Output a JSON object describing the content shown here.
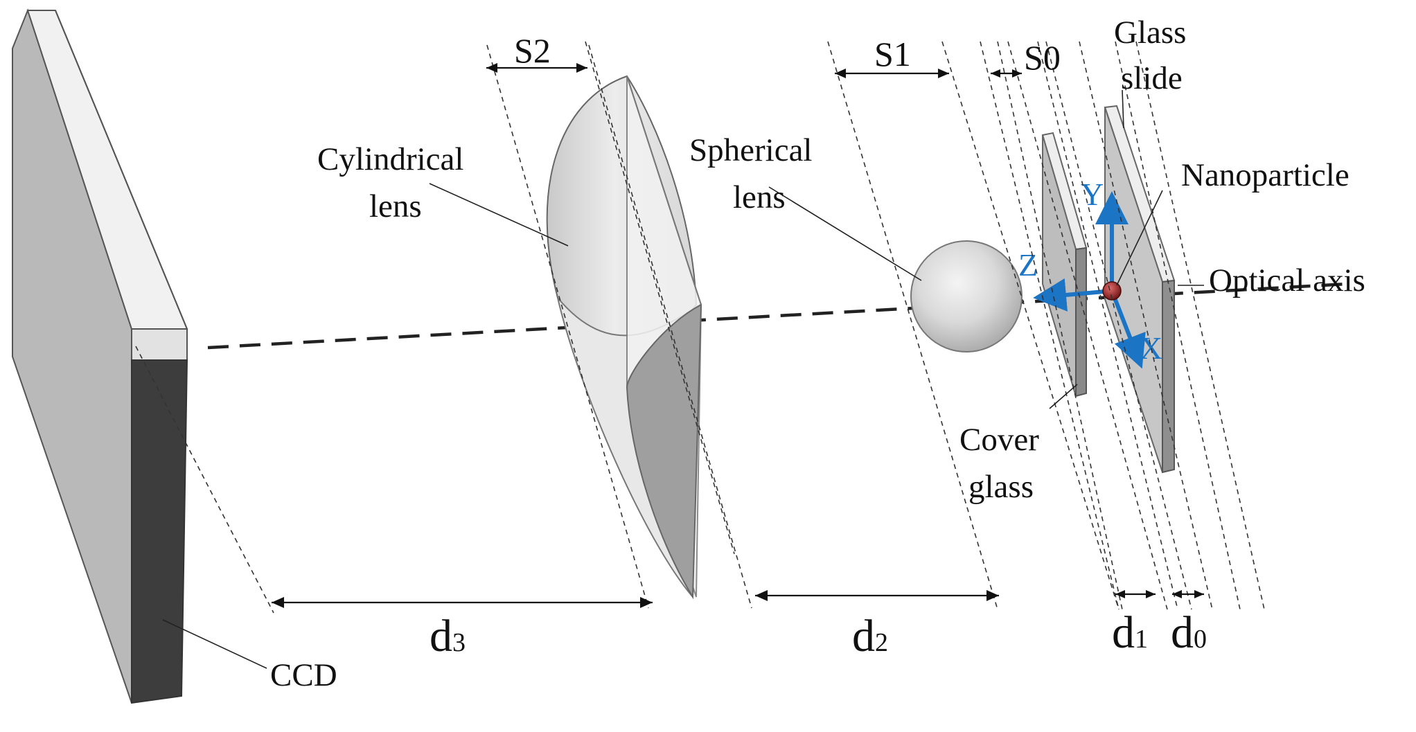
{
  "labels": {
    "s2": "S",
    "s2_sub": "2",
    "s1": "S",
    "s1_sub": "1",
    "s0": "S",
    "s0_sub": "0",
    "glass_slide_1": "Glass",
    "glass_slide_2": "slide",
    "cylindrical_1": "Cylindrical",
    "cylindrical_2": "lens",
    "spherical_1": "Spherical",
    "spherical_2": "lens",
    "nanoparticle": "Nanoparticle",
    "optical_axis": "Optical axis",
    "cover_1": "Cover",
    "cover_2": "glass",
    "ccd": "CCD",
    "d3": "d",
    "d3_sub": "3",
    "d2": "d",
    "d2_sub": "2",
    "d1": "d",
    "d1_sub": "1",
    "d0": "d",
    "d0_sub": "0",
    "axis_x": "X",
    "axis_y": "Y",
    "axis_z": "Z"
  },
  "colors": {
    "axis_blue": "#1c74c4",
    "nanoparticle": "#8b1a1a",
    "ccd_face": "#b9b9b9",
    "ccd_dark": "#3d3d3d"
  }
}
